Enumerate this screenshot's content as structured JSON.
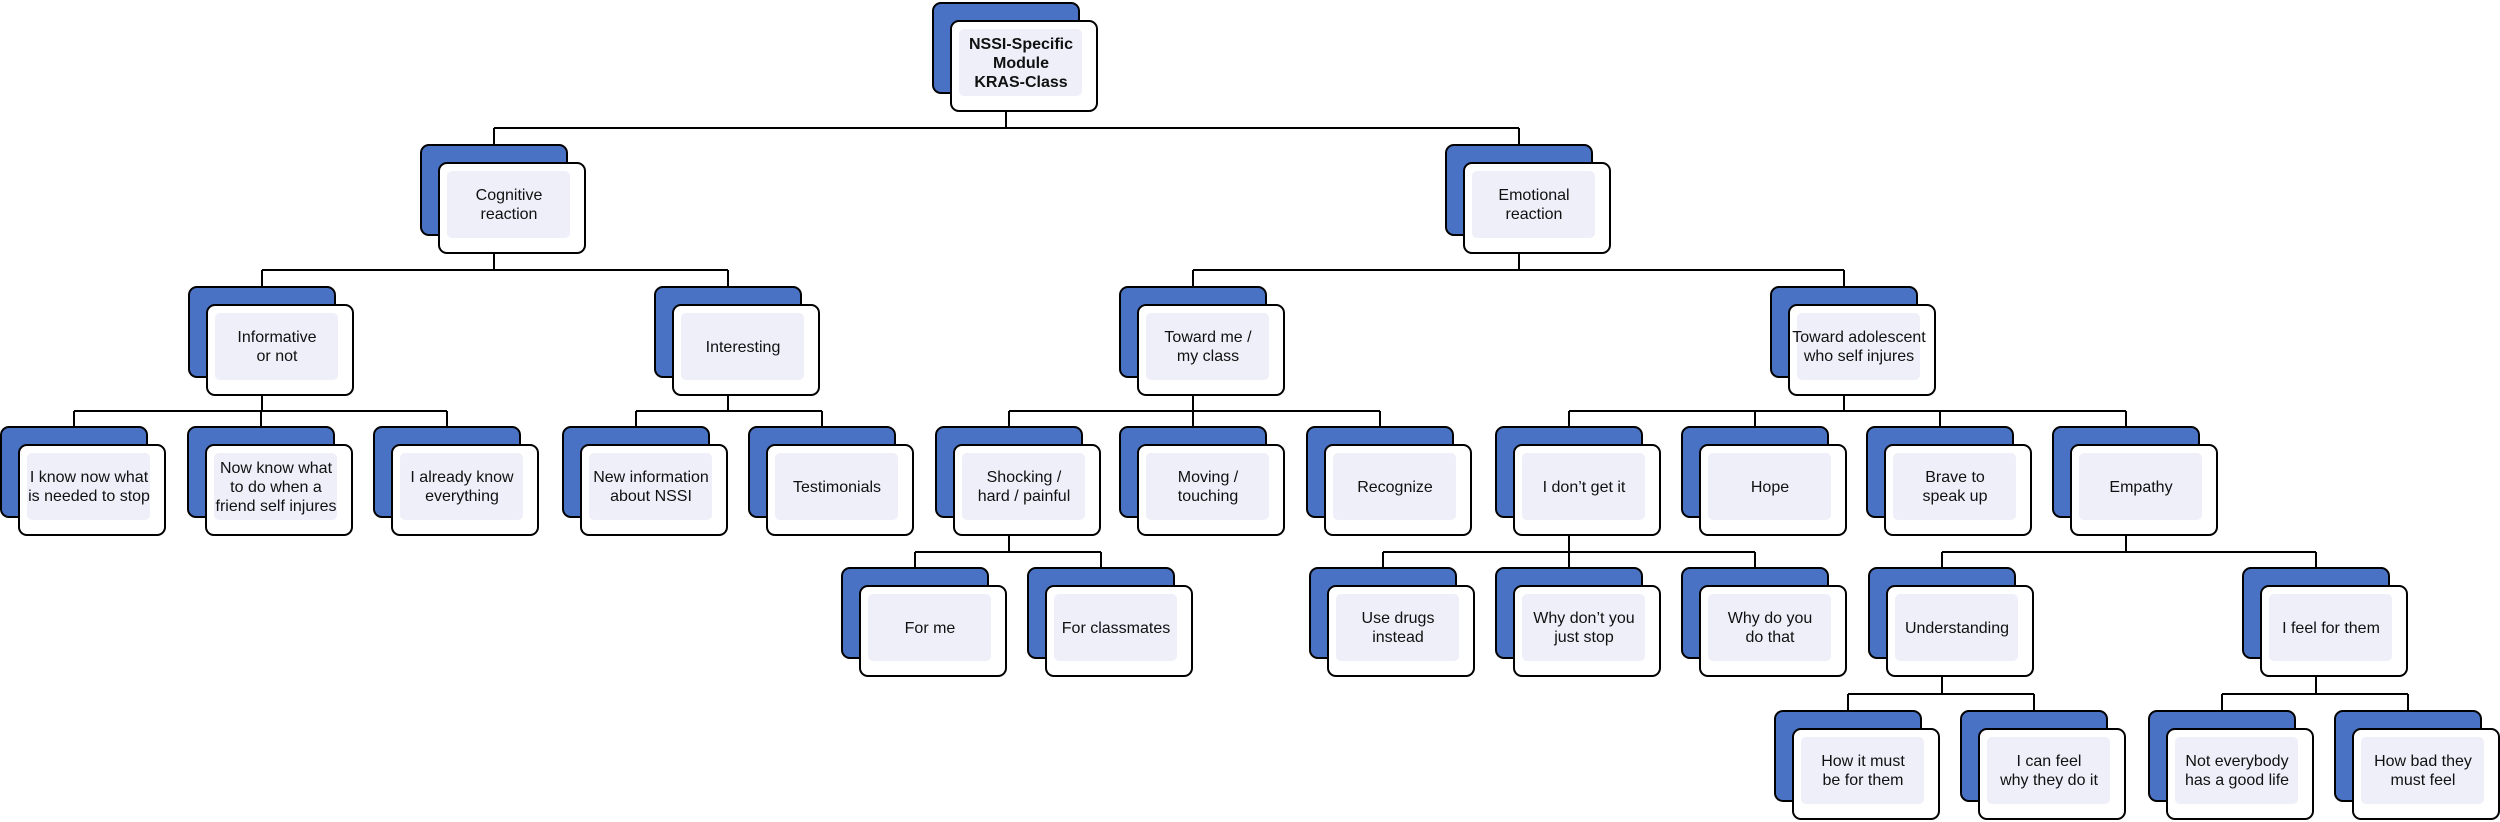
{
  "nodes": [
    {
      "id": "root",
      "label": "NSSI-Specific\nModule\nKRAS-Class"
    },
    {
      "id": "cognitive",
      "label": "Cognitive\nreaction"
    },
    {
      "id": "emotional",
      "label": "Emotional\nreaction"
    },
    {
      "id": "informative",
      "label": "Informative\nor not"
    },
    {
      "id": "interesting",
      "label": "Interesting"
    },
    {
      "id": "toward_me",
      "label": "Toward me /\nmy class"
    },
    {
      "id": "toward_adolescent",
      "label": "Toward adolescent\nwho self injures"
    },
    {
      "id": "know_now",
      "label": "I know now what\nis needed to stop"
    },
    {
      "id": "now_know",
      "label": "Now know what\nto do when a\nfriend self injures"
    },
    {
      "id": "already_know",
      "label": "I already know\neverything"
    },
    {
      "id": "new_info",
      "label": "New information\nabout NSSI"
    },
    {
      "id": "testimonials",
      "label": "Testimonials"
    },
    {
      "id": "shocking",
      "label": "Shocking /\nhard / painful"
    },
    {
      "id": "moving",
      "label": "Moving /\ntouching"
    },
    {
      "id": "recognize",
      "label": "Recognize"
    },
    {
      "id": "dont_get",
      "label": "I don’t get it"
    },
    {
      "id": "hope",
      "label": "Hope"
    },
    {
      "id": "brave",
      "label": "Brave to\nspeak up"
    },
    {
      "id": "empathy",
      "label": "Empathy"
    },
    {
      "id": "for_me",
      "label": "For me"
    },
    {
      "id": "for_classmates",
      "label": "For classmates"
    },
    {
      "id": "use_drugs",
      "label": "Use drugs\ninstead"
    },
    {
      "id": "why_dont",
      "label": "Why don’t you\njust stop"
    },
    {
      "id": "why_do",
      "label": "Why do you\ndo that"
    },
    {
      "id": "understanding",
      "label": "Understanding"
    },
    {
      "id": "feel_for",
      "label": "I feel for them"
    },
    {
      "id": "how_must",
      "label": "How it must\nbe for them"
    },
    {
      "id": "can_feel",
      "label": "I can feel\nwhy they do it"
    },
    {
      "id": "not_everybody",
      "label": "Not everybody\nhas a good life"
    },
    {
      "id": "how_bad",
      "label": "How bad they\nmust feel"
    }
  ],
  "edges": [
    [
      "root",
      "cognitive"
    ],
    [
      "root",
      "emotional"
    ],
    [
      "cognitive",
      "informative"
    ],
    [
      "cognitive",
      "interesting"
    ],
    [
      "emotional",
      "toward_me"
    ],
    [
      "emotional",
      "toward_adolescent"
    ],
    [
      "informative",
      "know_now"
    ],
    [
      "informative",
      "now_know"
    ],
    [
      "informative",
      "already_know"
    ],
    [
      "interesting",
      "new_info"
    ],
    [
      "interesting",
      "testimonials"
    ],
    [
      "toward_me",
      "shocking"
    ],
    [
      "toward_me",
      "moving"
    ],
    [
      "toward_me",
      "recognize"
    ],
    [
      "toward_adolescent",
      "dont_get"
    ],
    [
      "toward_adolescent",
      "hope"
    ],
    [
      "toward_adolescent",
      "brave"
    ],
    [
      "toward_adolescent",
      "empathy"
    ],
    [
      "shocking",
      "for_me"
    ],
    [
      "shocking",
      "for_classmates"
    ],
    [
      "dont_get",
      "use_drugs"
    ],
    [
      "dont_get",
      "why_dont"
    ],
    [
      "dont_get",
      "why_do"
    ],
    [
      "empathy",
      "understanding"
    ],
    [
      "empathy",
      "feel_for"
    ],
    [
      "understanding",
      "how_must"
    ],
    [
      "understanding",
      "can_feel"
    ],
    [
      "feel_for",
      "not_everybody"
    ],
    [
      "feel_for",
      "how_bad"
    ]
  ],
  "colors": {
    "back_box": "#4a72c4",
    "inner_fill": "#eeeff9",
    "line": "#000000"
  }
}
